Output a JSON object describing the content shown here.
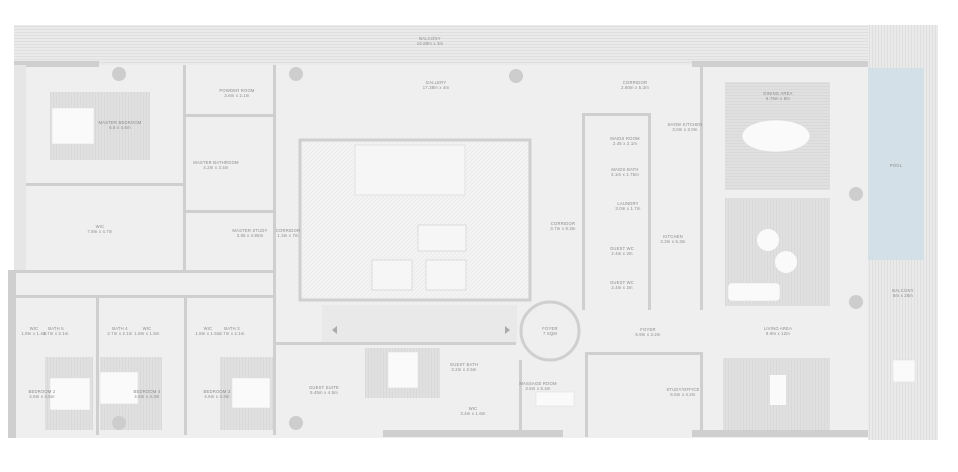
{
  "colors": {
    "floor": "#efefef",
    "wall": "#cfcfcf",
    "deck": "#e4e4e4",
    "rug": "#dedede",
    "pool": "#d3e0e8",
    "furniture": "#fafafa",
    "label": "#8a8a8a"
  },
  "rooms": [
    {
      "name": "BALCONY",
      "size": "16.88m x 3m"
    },
    {
      "name": "GALLERY",
      "size": "17.38m x 4m"
    },
    {
      "name": "CORRIDOR",
      "size": "2.60m x 5.3m"
    },
    {
      "name": "POWDER ROOM",
      "size": "3.6m x 2.1m"
    },
    {
      "name": "MASTER BEDROOM",
      "size": "5.6 x 4.6m"
    },
    {
      "name": "MASTER BATHROOM",
      "size": "4.2m x 3.4m"
    },
    {
      "name": "WIC",
      "size": "7.8m x 4.7m"
    },
    {
      "name": "MASTER STUDY",
      "size": "3.65 x 4.85m"
    },
    {
      "name": "CORRIDOR",
      "size": "1.3m x 7m"
    },
    {
      "name": "MAIDS ROOM",
      "size": "2.45 x 2.1m"
    },
    {
      "name": "MAIDS BATH",
      "size": "2.1m x 1.75m"
    },
    {
      "name": "SHOW KITCHEN",
      "size": "3.0m x 3.0m"
    },
    {
      "name": "LAUNDRY",
      "size": "3.0m x 1.7m"
    },
    {
      "name": "CORRIDOR",
      "size": "3.7m x 8.3m"
    },
    {
      "name": "KITCHEN",
      "size": "3.3m x 6.3m"
    },
    {
      "name": "GUEST WC",
      "size": "2.4m x 2m"
    },
    {
      "name": "GUEST WC",
      "size": "2.4m x 2m"
    },
    {
      "name": "DINING AREA",
      "size": "8.75m x 8m"
    },
    {
      "name": "POOL",
      "size": ""
    },
    {
      "name": "LIVING AREA",
      "size": "8.9m x 12m"
    },
    {
      "name": "BALCONY",
      "size": "8m x 25m"
    },
    {
      "name": "FOYER",
      "size": "7 SQM"
    },
    {
      "name": "FOYER",
      "size": "6.9m x 3.2m"
    },
    {
      "name": "STUDY/OFFICE",
      "size": "6.5m x 4.2m"
    },
    {
      "name": "MASSAGE ROOM",
      "size": "3.5m x 5.4m"
    },
    {
      "name": "GUEST BATH",
      "size": "3.2m x 2.5m"
    },
    {
      "name": "WIC",
      "size": "3.4m x 1.6m"
    },
    {
      "name": "GUEST SUITE",
      "size": "5.45m x 4.5m"
    },
    {
      "name": "BEDROOM 2",
      "size": "4.6m x 4.5m"
    },
    {
      "name": "BEDROOM 4",
      "size": "4.6m x 4.3m"
    },
    {
      "name": "BEDROOM 3",
      "size": "4.6m x 4.3m"
    },
    {
      "name": "WIC",
      "size": "1.8m x 1.4m"
    },
    {
      "name": "BATH 5",
      "size": "2.7m x 2.1m"
    },
    {
      "name": "BATH 4",
      "size": "2.7m x 2.1m"
    },
    {
      "name": "WIC",
      "size": "1.8m x 1.5m"
    },
    {
      "name": "WIC",
      "size": "1.8m x 1.5m"
    },
    {
      "name": "BATH 3",
      "size": "2.7m x 2.1m"
    }
  ]
}
